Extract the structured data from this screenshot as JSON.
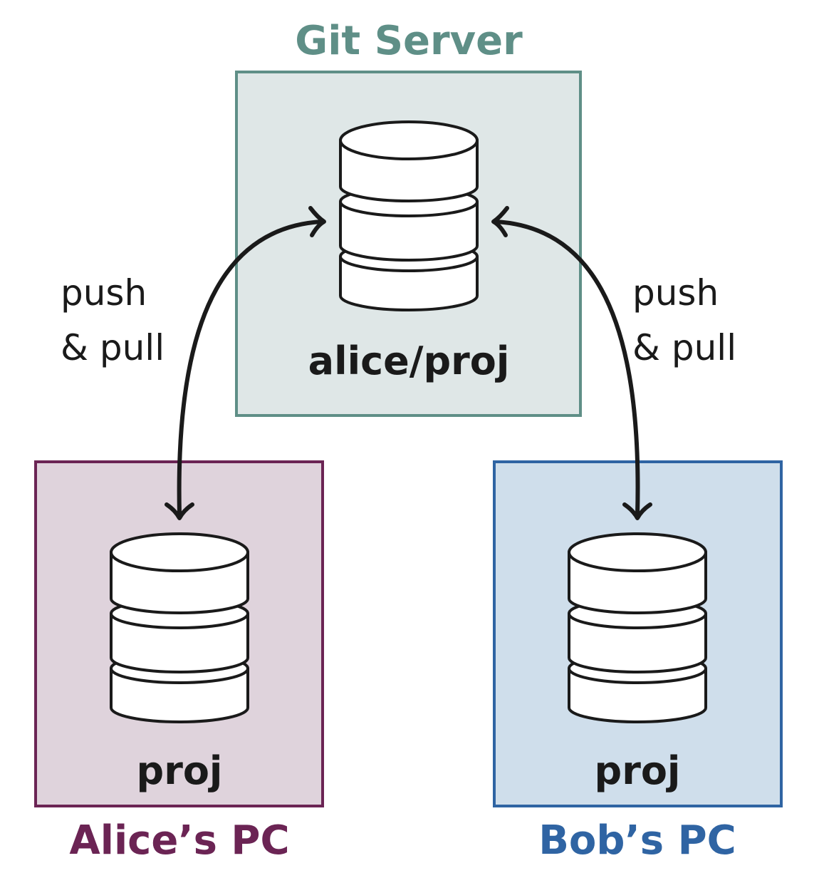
{
  "server": {
    "title": "Git Server",
    "repo": "alice/proj",
    "color": "#5f8f87",
    "fill": "#dfe7e7"
  },
  "alice": {
    "title": "Alice’s PC",
    "repo": "proj",
    "color": "#6b2454",
    "fill": "#dfd3dc"
  },
  "bob": {
    "title": "Bob’s PC",
    "repo": "proj",
    "color": "#2f64a3",
    "fill": "#cfdeeb"
  },
  "edges": {
    "left": {
      "line1": "push",
      "line2": "& pull"
    },
    "right": {
      "line1": "push",
      "line2": "& pull"
    }
  },
  "icons": [
    "database-icon",
    "double-arrow-icon"
  ]
}
